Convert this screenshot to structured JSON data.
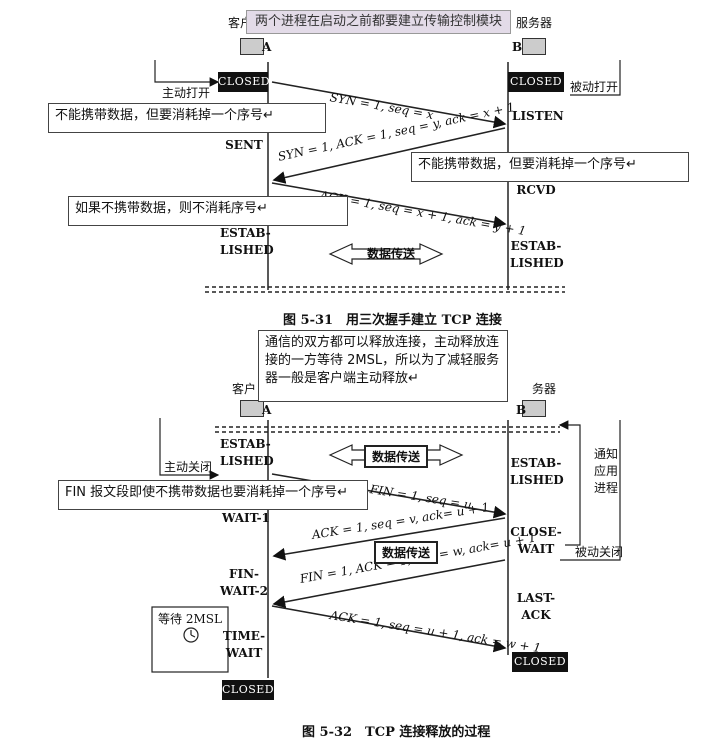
{
  "top": {
    "title_note": "两个进程在启动之前都要建立传输控制模块",
    "client": "客户",
    "server": "服务器",
    "label_a": "A",
    "label_b": "B",
    "active_open": "主动打开",
    "passive_open": "被动打开",
    "closed": "CLOSED",
    "state_syn_sent": "SENT",
    "state_listen": "LISTEN",
    "state_rcvd": "RCVD",
    "state_estab_left": "ESTAB-\nLISHED",
    "state_estab_right": "ESTAB-\nLISHED",
    "msg1": "SYN = 1, seq = x",
    "msg2": "SYN = 1, ACK = 1, seq = y, ack = x + 1",
    "msg3": "ACK = 1, seq = x + 1, ack = y + 1",
    "data_transfer": "数据传送",
    "note1": "不能携带数据，但要消耗掉一个序号↵",
    "note2": "不能携带数据，但要消耗掉一个序号↵",
    "note3": "如果不携带数据，则不消耗序号↵",
    "caption": "图 5-31　用三次握手建立 TCP 连接"
  },
  "bottom": {
    "note_release": "通信的双方都可以释放连接，主动释放连接的一方等待 2MSL，所以为了减轻服务器一般是客户端主动释放↵",
    "client": "客户",
    "server": "务器",
    "label_a": "A",
    "label_b": "B",
    "active_close": "主动关闭",
    "passive_close": "被动关闭",
    "notify_app": "通知\n应用\n进程",
    "state_estab_left": "ESTAB-\nLISHED",
    "state_estab_right": "ESTAB-\nLISHED",
    "state_fin_wait1": "WAIT-1",
    "state_fin_wait2": "FIN-\nWAIT-2",
    "state_time_wait": "TIME-\nWAIT",
    "state_close_wait": "CLOSE-\nWAIT",
    "state_last_ack": "LAST-\nACK",
    "closed": "CLOSED",
    "data_transfer1": "数据传送",
    "data_transfer2": "数据传送",
    "msg1": "FIN = 1, seq = u",
    "msg2": "ACK = 1, seq = v, ack= u + 1",
    "msg3": "FIN = 1, ACK = 1, seq = w, ack= u + 1",
    "msg4": "ACK = 1, seq = u + 1, ack = w + 1",
    "wait_2msl": "等待 2MSL",
    "note_fin": "FIN 报文段即使不携带数据也要消耗掉一个序号↵",
    "caption": "图 5-32　TCP 连接释放的过程"
  }
}
